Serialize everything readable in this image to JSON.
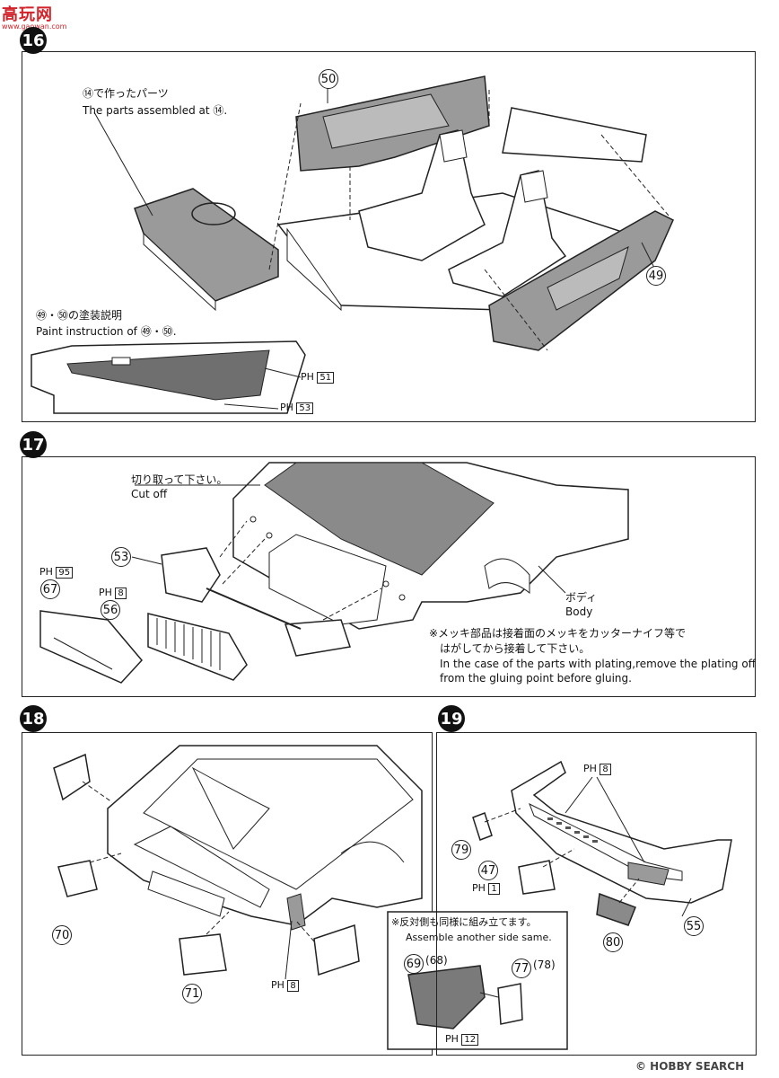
{
  "watermark_top": {
    "brand": "高玩网",
    "site": "www.gaowan.com"
  },
  "step16": {
    "number": "16",
    "note_jp": "⑭で作ったパーツ",
    "note_en": "The parts assembled at ⑭.",
    "paint_title_jp": "㊾・㊿の塗装説明",
    "paint_title_en": "Paint instruction of ㊾・㊿.",
    "parts": [
      "50",
      "49"
    ],
    "paint_codes": [
      {
        "prefix": "PH",
        "code": "51"
      },
      {
        "prefix": "PH",
        "code": "53"
      }
    ]
  },
  "step17": {
    "number": "17",
    "cut_jp": "切り取って下さい。",
    "cut_en": "Cut off",
    "body_jp": "ボディ",
    "body_en": "Body",
    "plating_jp_1": "※メッキ部品は接着面のメッキをカッターナイフ等で",
    "plating_jp_2": "はがしてから接着して下さい。",
    "plating_en_1": "In the case of the parts with plating,remove the plating off",
    "plating_en_2": "from the gluing point before gluing.",
    "parts": [
      "53",
      "67",
      "56"
    ],
    "paint_codes": [
      {
        "prefix": "PH",
        "code": "95"
      },
      {
        "prefix": "PH",
        "code": "8"
      }
    ]
  },
  "step18": {
    "number": "18",
    "parts": [
      "70",
      "71"
    ],
    "paint_codes": [
      {
        "prefix": "PH",
        "code": "8"
      }
    ],
    "assemble_jp": "※反対側も同様に組み立てます。",
    "assemble_en": "Assemble another side same.",
    "sub_parts": [
      "69",
      "68",
      "77",
      "78"
    ],
    "sub_paint_codes": [
      {
        "prefix": "PH",
        "code": "12"
      }
    ]
  },
  "step19": {
    "number": "19",
    "parts": [
      "79",
      "47",
      "80",
      "55"
    ],
    "paint_codes": [
      {
        "prefix": "PH",
        "code": "8"
      },
      {
        "prefix": "PH",
        "code": "1"
      }
    ]
  },
  "watermark_bottom": {
    "text": "© HOBBY SEARCH"
  },
  "colors": {
    "ink": "#222222",
    "shade": "#9a9a9a",
    "dark_shade": "#6f6f6f",
    "brand_red": "#d2232a",
    "brand_blue": "#1d5fb0"
  }
}
